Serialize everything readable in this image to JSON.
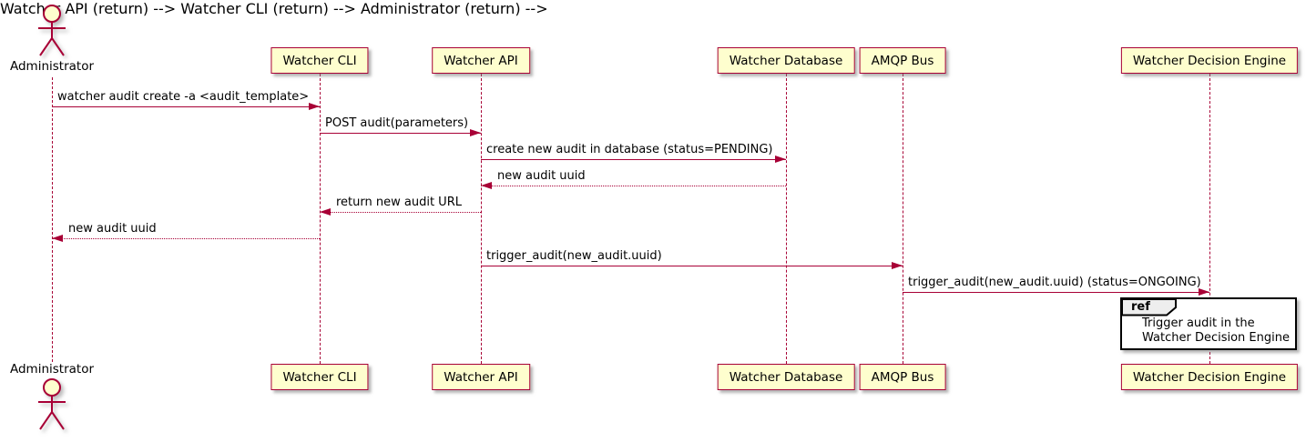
{
  "diagram": {
    "type": "sequence",
    "actor": {
      "name": "Administrator"
    },
    "participants": [
      {
        "name": "Watcher CLI"
      },
      {
        "name": "Watcher API"
      },
      {
        "name": "Watcher Database"
      },
      {
        "name": "AMQP Bus"
      },
      {
        "name": "Watcher Decision Engine"
      }
    ],
    "messages": [
      {
        "from": "Administrator",
        "to": "Watcher CLI",
        "style": "solid",
        "label": "watcher audit create -a <audit_template>"
      },
      {
        "from": "Watcher CLI",
        "to": "Watcher API",
        "style": "solid",
        "label": "POST audit(parameters)"
      },
      {
        "from": "Watcher API",
        "to": "Watcher Database",
        "style": "solid",
        "label": "create new audit in database (status=PENDING)"
      },
      {
        "from": "Watcher Database",
        "to": "Watcher API",
        "style": "dashed",
        "label": "new audit uuid"
      },
      {
        "from": "Watcher API",
        "to": "Watcher CLI",
        "style": "dashed",
        "label": "return new audit URL"
      },
      {
        "from": "Watcher CLI",
        "to": "Administrator",
        "style": "dashed",
        "label": "new audit uuid"
      },
      {
        "from": "Watcher API",
        "to": "AMQP Bus",
        "style": "solid",
        "label": "trigger_audit(new_audit.uuid)"
      },
      {
        "from": "AMQP Bus",
        "to": "Watcher Decision Engine",
        "style": "solid",
        "label": "trigger_audit(new_audit.uuid) (status=ONGOING)"
      }
    ],
    "ref_fragment": {
      "keyword": "ref",
      "over": "Watcher Decision Engine",
      "line1": "Trigger audit in the",
      "line2": "Watcher Decision Engine"
    },
    "colors": {
      "accent": "#A80036",
      "participant_fill": "#FEFECE",
      "ref_header_fill": "#EEEEEE",
      "ref_border": "#000000",
      "text": "#000000"
    }
  }
}
